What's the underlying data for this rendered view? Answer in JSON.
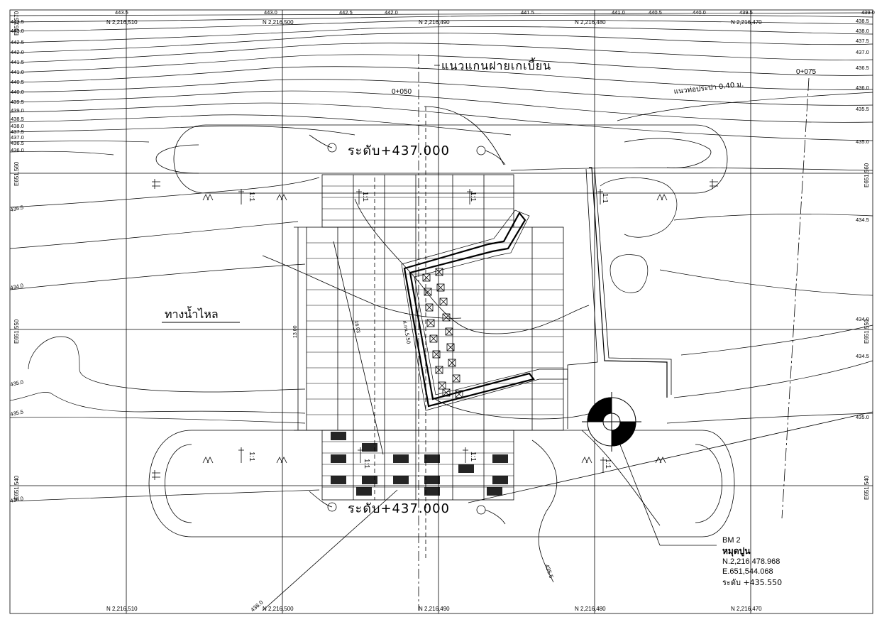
{
  "grid": {
    "northings_top": [
      "N 2,216,510",
      "N 2,216,500",
      "N 2,216,490",
      "N 2,216,480",
      "N 2,216,470"
    ],
    "northings_bottom": [
      "N 2,216,510",
      "N 2,216,500",
      "N 2,216,490",
      "N 2,216,480",
      "N 2,216,470"
    ],
    "eastings_left": [
      "E651,570",
      "E651,560",
      "E651,550",
      "E651,540"
    ],
    "eastings_right": [
      "E651,560",
      "E651,550",
      "E651,540"
    ]
  },
  "contour_labels_top": [
    "443.5",
    "443.0",
    "442.5",
    "442.0",
    "441.5",
    "441.0",
    "440.5",
    "440.0",
    "439.5",
    "439.0"
  ],
  "contour_labels_left": [
    "443.5",
    "443.0",
    "442.5",
    "442.0",
    "441.5",
    "441.0",
    "440.5",
    "440.0",
    "439.5",
    "439.0",
    "438.5",
    "438.0",
    "437.5",
    "437.0",
    "436.5",
    "436.0",
    "435.5",
    "434.0",
    "435.0",
    "435.5",
    "436.0"
  ],
  "contour_labels_right": [
    "438.5",
    "438.0",
    "437.5",
    "437.0",
    "436.5",
    "436.0",
    "435.5",
    "435.0",
    "434.5",
    "434.0",
    "434.5",
    "435.0"
  ],
  "annotations": {
    "weir_axis": "แนวแกนฝายเกเบี้ยน",
    "pipe_line": "แนวท่อประปา 0.40 ม.",
    "level_top": "ระดับ+437.000",
    "level_bottom": "ระดับ+437.000",
    "flow": "ทางน้ำไหล",
    "station_50": "0+050",
    "station_75": "0+075",
    "slope": "1:1",
    "dim_a": "13.00",
    "dim_b": "16.03",
    "dim_c": "ฝ.กน.5.50",
    "contour_435_5": "435.5",
    "contour_436_0": "436.0"
  },
  "benchmark": {
    "name": "BM 2",
    "type": "หมุดปูน",
    "north": "N.2,216,478.968",
    "east": "E.651,544.068",
    "level": "ระดับ +435.550"
  }
}
